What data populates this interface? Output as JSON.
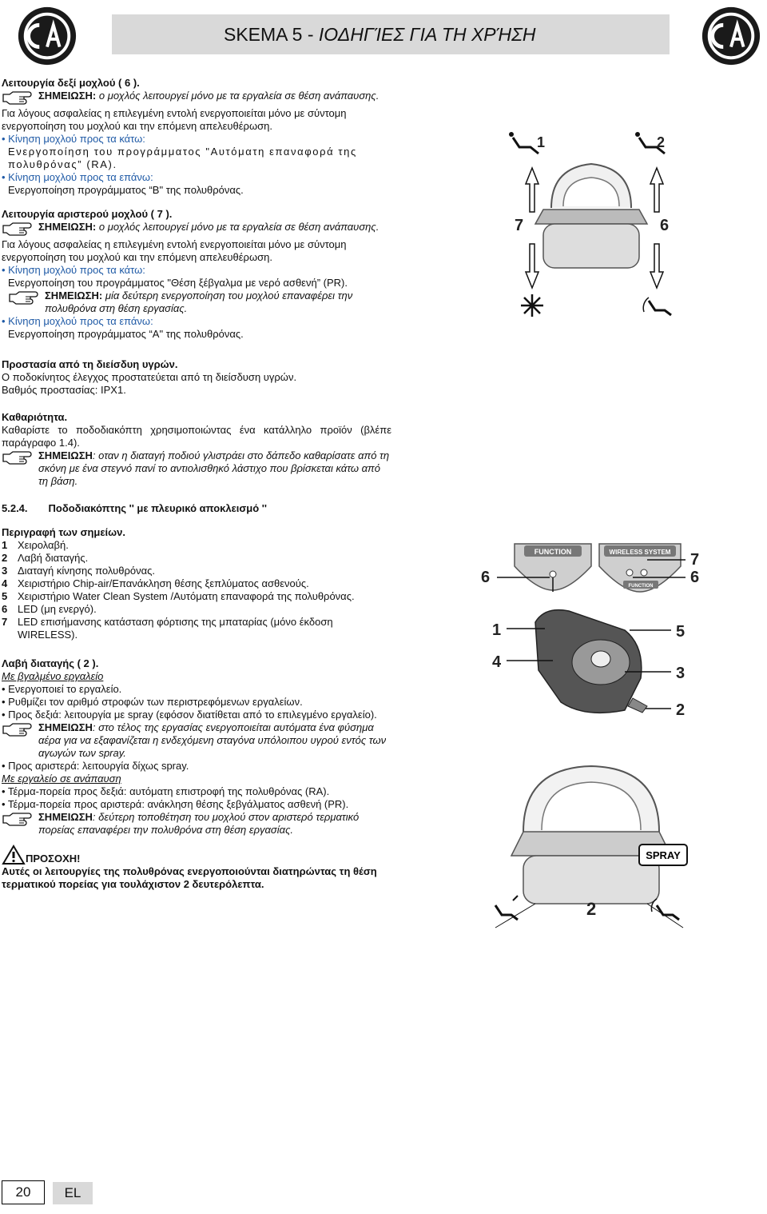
{
  "header": {
    "model": "SKEMA 5",
    "separator": " - ",
    "subtitle": "ΙΟΔΗΓΊΕΣ ΓΙΑ ΤΗ ΧΡΉΣΗ"
  },
  "right_lever": {
    "heading": "Λειτουργία δεξί μοχλού ( 6 ).",
    "note_label": "ΣΗΜΕΙΩΣΗ:",
    "note_text": " ο μοχλός λειτουργεί μόνο με τα εργαλεία σε θέση ανάπαυσης.",
    "safety": "Για λόγους ασφαλείας η επιλεγμένη εντολή ενεργοποιείται μόνο με σύντομη ενεργοποίηση του μοχλού και την επόμενη απελευθέρωση.",
    "down_label": "• Κίνηση μοχλού προς τα κάτω:",
    "down_text": "Ενεργοποίηση του προγράμματος \"Αυτόματη επαναφορά της πολυθρόνας” (RA).",
    "up_label": "• Κίνηση μοχλού προς τα επάνω:",
    "up_text": "Ενεργοποίηση προγράμματος “B\" της πολυθρόνας."
  },
  "left_lever": {
    "heading": "Λειτουργία αριστερού μοχλού ( 7 ).",
    "note_label": "ΣΗΜΕΙΩΣΗ:",
    "note_text": " ο μοχλός λειτουργεί μόνο με τα εργαλεία σε θέση ανάπαυσης.",
    "safety": "Για λόγους ασφαλείας η επιλεγμένη εντολή ενεργοποιείται μόνο με σύντομη ενεργοποίηση του μοχλού και την επόμενη απελευθέρωση.",
    "down_label": "• Κίνηση μοχλού προς τα κάτω:",
    "down_text": "Ενεργοποίηση του προγράμματος \"Θέση ξέβγαλμα με νερό ασθενή” (PR).",
    "note2_label": "ΣΗΜΕΙΩΣΗ:",
    "note2_text": " μία δεύτερη ενεργοποίηση του μοχλού επαναφέρει την πολυθρόνα στη θέση εργασίας.",
    "up_label": "• Κίνηση μοχλού προς τα επάνω:",
    "up_text": "Ενεργοποίηση προγράμματος “A\" της πολυθρόνας."
  },
  "protection": {
    "heading": "Προστασία από τη διείσδυη υγρών.",
    "line1": "Ο ποδοκίνητος έλεγχος προστατεύεται από τη διείσδυση υγρών.",
    "line2": "Βαθμός προστασίας: IPX1."
  },
  "cleaning": {
    "heading": "Καθαριότητα.",
    "text": "Καθαρίστε το ποδοδιακόπτη χρησιμοποιώντας ένα κατάλληλο προϊόν (βλέπε παράγραφο 1.4).",
    "note_label": "ΣΗΜΕΙΩΣΗ",
    "note_text": ": οταν η διαταγή ποδιού γλιστράει στο δάπεδο καθαρίσατε από τη σκόνη με ένα στεγνό πανί το αντιολισθηκό λάστιχο που βρίσκεται κάτω από τη βάση."
  },
  "section": {
    "number": "5.2.4.",
    "title": "Ποδοδιακόπτης '' με πλευρικό αποκλεισμό ''"
  },
  "legend": {
    "heading": "Περιγραφή των σημείων.",
    "items": [
      {
        "n": "1",
        "text": "Χειρολαβή."
      },
      {
        "n": "2",
        "text": "Λαβή διαταγής."
      },
      {
        "n": "3",
        "text": "Διαταγή κίνησης πολυθρόνας."
      },
      {
        "n": "4",
        "text": "Χειριστήριο Chip-air/Επανάκληση θέσης ξεπλύματος ασθενούς."
      },
      {
        "n": "5",
        "text": "Χειριστήριο Water Clean System /Αυτόματη επαναφορά της πολυθρόνας."
      },
      {
        "n": "6",
        "text": "LED (μη ενεργό)."
      },
      {
        "n": "7",
        "text": "LED επισήμανσης κατάσταση φόρτισης της μπαταρίας (μόνο έκδοση WIRELESS)."
      }
    ]
  },
  "handle": {
    "heading": "Λαβή διαταγής ( 2 ).",
    "out_label": "Με βγαλμένο εργαλείο",
    "out_items": [
      "• Ενεργοποιεί το εργαλείο.",
      "• Ρυθμίζει τον αριθμό στροφών των περιστρεφόμενων εργαλείων.",
      "• Προς δεξιά: λειτουργία με spray (εφόσον διατίθεται από το επιλεγμένο εργαλείο)."
    ],
    "note_label": "ΣΗΜΕΙΩΣΗ",
    "note_text": ": στο τέλος της εργασίας ενεργοποιείται αυτόματα ένα φύσημα αέρα για να εξαφανίζεται η ενδεχόμενη σταγόνα υπόλοιπου υγρού εντός των αγωγών των spray.",
    "left_item": "• Προς αριστερά: λειτουργία δίχως spray.",
    "rest_label": "Με εργαλείο σε ανάπαυση",
    "rest_items": [
      "• Τέρμα-πορεία προς δεξιά: αυτόματη επιστροφή της πολυθρόνας (RA).",
      "• Τέρμα-πορεία προς αριστερά: ανάκληση θέσης ξεβγάλματος ασθενή (PR)."
    ],
    "note2_label": "ΣΗΜΕΙΩΣΗ",
    "note2_text": ": δεύτερη τοποθέτηση του μοχλού στον αριστερό τερματικό πορείας επαναφέρει την πολυθρόνα στη θέση εργασίας."
  },
  "warning": {
    "label": "ΠΡΟΣΟΧΗ!",
    "text": "Αυτές οι λειτουργίες της πολυθρόνας ενεργοποιούνται διατηρώντας τη θέση τερματικού πορείας για τουλάχιστον 2 δευτερόλεπτα."
  },
  "figure1": {
    "n1": "1",
    "n2": "2",
    "n7": "7",
    "n6": "6"
  },
  "figure2": {
    "function_label": "FUNCTION",
    "wireless_label": "WIRELESS SYSTEM",
    "function_label2": "FUNCTION",
    "n6a": "6",
    "n7": "7",
    "n6b": "6",
    "n1": "1",
    "n5": "5",
    "n4": "4",
    "n3": "3",
    "n2": "2"
  },
  "figure3": {
    "spray": "SPRAY",
    "n2": "2"
  },
  "footer": {
    "page": "20",
    "lang": "EL"
  }
}
